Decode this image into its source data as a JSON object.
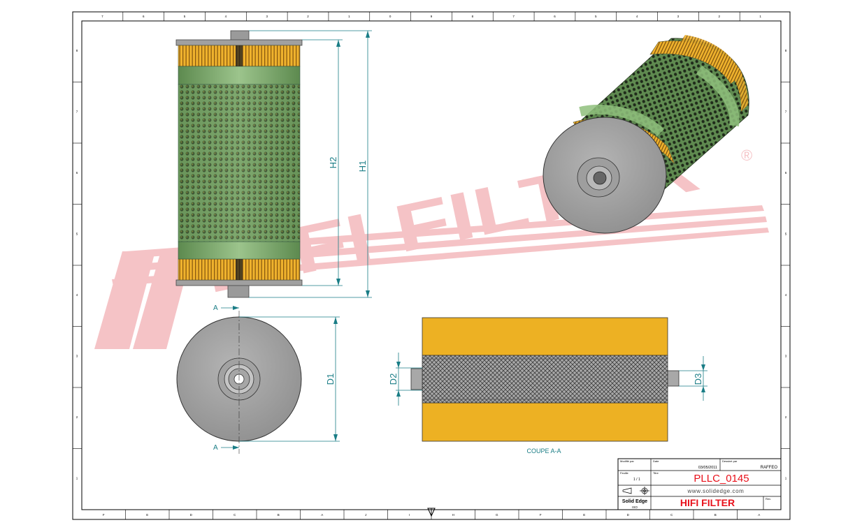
{
  "drawing": {
    "colors": {
      "dim": "#1a7d86",
      "pleat": "#e8a826",
      "pleat_dark": "#8a5a10",
      "wrap": "#7fa86e",
      "cap": "#9a9a9a",
      "watermark": "#f4b9bd",
      "title_red": "#e8101a"
    },
    "dimensions": {
      "h1": "H1",
      "h2": "H2",
      "d1": "D1",
      "d2": "D2",
      "d3": "D3"
    },
    "section_marker": "A",
    "section_caption": "COUPE A-A",
    "watermark_text": "HIFI FILTER",
    "watermark_reg": "®"
  },
  "border": {
    "top_ticks": [
      "7",
      "6",
      "5",
      "4",
      "3",
      "2",
      "1",
      "0",
      "9",
      "8",
      "7",
      "6",
      "5",
      "4",
      "3",
      "2",
      "1"
    ],
    "bottom_ticks": [
      "F",
      "E",
      "D",
      "C",
      "B",
      "A",
      "J",
      "I",
      "H",
      "G",
      "F",
      "E",
      "D",
      "C",
      "B",
      "A"
    ],
    "left_ticks": [
      "8",
      "7",
      "6",
      "5",
      "4",
      "3",
      "2",
      "1"
    ],
    "right_ticks": [
      "8",
      "7",
      "6",
      "5",
      "4",
      "3",
      "2",
      "1"
    ]
  },
  "title_block": {
    "label_1": "Modifié par",
    "label_2": "Date",
    "label_3": "Dessiné par",
    "label_4": "Feuille",
    "label_5": "Titre",
    "date": "03/05/2011",
    "drawn_by": "RAFFEO",
    "sheet": "1 / 1",
    "part_number": "PLLC_0145",
    "website": "www.solidedge.com",
    "software": "Solid Edge",
    "software_sub": "ISO",
    "company": "HIFI FILTER",
    "rev_label": "Rev."
  }
}
